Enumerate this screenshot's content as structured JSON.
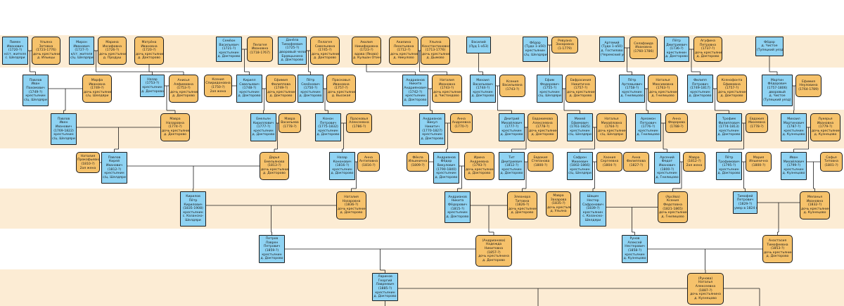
{
  "colors": {
    "male": "#8fd3f3",
    "female": "#f6c26b",
    "band": "#fcecd4",
    "line": "#1c1c1c"
  },
  "people": [
    {
      "id": "g1a",
      "sex": "m",
      "lines": [
        "Пимен",
        "Иванович",
        "(1720-?)",
        "к/ст. жителя",
        "с. Шелдяри"
      ]
    },
    {
      "id": "g1b",
      "sex": "f",
      "lines": [
        "Ульяна",
        "Зотовна",
        "(1723-1776)",
        "дочь крестьянина",
        "д. Ильицы"
      ]
    },
    {
      "id": "g1c",
      "sex": "m",
      "lines": [
        "Мирон",
        "Иванович",
        "(1727-?)",
        "к/ст. жителя",
        "с/ц. Шелдяри"
      ]
    },
    {
      "id": "g1d",
      "sex": "f",
      "lines": [
        "Марина",
        "Иосифовна",
        "(1726-?)",
        "дочь крестьянина",
        "д. Продуш"
      ]
    },
    {
      "id": "g1e",
      "sex": "f",
      "lines": [
        "Матрёна",
        "Ивановна",
        "(1720-?)",
        "дочь крестьянина",
        "д. Докторово"
      ]
    },
    {
      "id": "g1f",
      "sex": "m",
      "lines": [
        "Семёон",
        "Васильевич",
        "(1721-?)",
        "крестьянин",
        "д. Докторово"
      ]
    },
    {
      "id": "g1g",
      "sex": "f",
      "lines": [
        "Пелагея",
        "Ивановна",
        "(1718-1767)"
      ]
    },
    {
      "id": "g1h",
      "sex": "m",
      "lines": [
        "Данёла",
        "Тимофеевич",
        "(1725-?)",
        "дворовый человек",
        "Бровцынина",
        "д. Докторово"
      ]
    },
    {
      "id": "g1i",
      "sex": "f",
      "lines": [
        "Пелагея",
        "Савельевна",
        "(1745-?)",
        "дочь крестьянина",
        "д. Докторово"
      ]
    },
    {
      "id": "g1j",
      "sex": "f",
      "lines": [
        "Акилия",
        "Никифоровна",
        "(1723-?)",
        "вдова (Якова)",
        "д. Кулшан Отина шел"
      ]
    },
    {
      "id": "g1k",
      "sex": "f",
      "lines": [
        "Акилина",
        "Леонтьевна",
        "(1712-?)",
        "дочь крестьянина",
        "д. Никулово"
      ]
    },
    {
      "id": "g1l",
      "sex": "f",
      "lines": [
        "Ульяна",
        "Константиновна",
        "(1713-1776)",
        "дочь крестьянина",
        "д. Дымово"
      ]
    },
    {
      "id": "g1m",
      "sex": "m",
      "lines": [
        "Василий",
        "(Луд 1-а53)"
      ]
    },
    {
      "id": "g1n",
      "sex": "m",
      "lines": [
        "Фёдор",
        "(Тудо 1-а50)",
        "крестьянин",
        "с/ц. Шелдяри"
      ]
    },
    {
      "id": "g1o",
      "sex": "f",
      "lines": [
        "Ревуана",
        "Захаровна",
        "(1-1779)"
      ]
    },
    {
      "id": "g1p",
      "sex": "m",
      "lines": [
        "Артемий",
        "(Тудо 1-а50)",
        "д. Гостилово",
        "(Черемский уезд)"
      ]
    },
    {
      "id": "g1q",
      "sex": "f",
      "lines": [
        "Селафаида",
        "Иоановна",
        "(1760-1786)"
      ]
    },
    {
      "id": "g1r",
      "sex": "m",
      "lines": [
        "Пётр",
        "Дмитриевич",
        "(1736-?)",
        "крестьянин",
        "д. Докторово"
      ]
    },
    {
      "id": "g1s",
      "sex": "f",
      "lines": [
        "Агуфина",
        "Петровна",
        "(1737-?)",
        "дочь крестьянина",
        "д. Докторово"
      ]
    },
    {
      "id": "g1t",
      "sex": "m",
      "lines": [
        "Фёдор",
        "д. Чистое",
        "(Тупецкий уезд)"
      ]
    },
    {
      "id": "g2a",
      "sex": "m",
      "lines": [
        "Павлов",
        "Иван",
        "Пахомович",
        "(1749-?)",
        "крестьянин",
        "с/ц. Шелдяри"
      ]
    },
    {
      "id": "g2b",
      "sex": "f",
      "lines": [
        "Марфа",
        "Ивановна",
        "(1749-?)",
        "дочь крестьянина",
        "с/ц. Шелдяри"
      ]
    },
    {
      "id": "g2c",
      "sex": "m",
      "lines": [
        "Назар",
        "(1753-?)",
        "крестьянин",
        "д. Докторово"
      ]
    },
    {
      "id": "g2d",
      "sex": "f",
      "lines": [
        "Анисья",
        "Алфимовна",
        "(1753-?)",
        "дочь крестьянина",
        "д. Докторово"
      ]
    },
    {
      "id": "g2e",
      "sex": "f",
      "lines": [
        "Ксения",
        "Спиридоновна",
        "(1750-?)",
        "2ая жена"
      ]
    },
    {
      "id": "g2f",
      "sex": "m",
      "lines": [
        "Кирилл",
        "Савельевич",
        "(1748-?)",
        "крестьянин",
        "д. Докторово"
      ]
    },
    {
      "id": "g2g",
      "sex": "f",
      "lines": [
        "Ефимия",
        "Филиппова",
        "(1749-?)",
        "дочь крестьянина",
        "д. Докторово"
      ]
    },
    {
      "id": "g2h",
      "sex": "m",
      "lines": [
        "Пётр",
        "Семёнович",
        "(1750-?)",
        "крестьянин",
        "д. Докторово"
      ]
    },
    {
      "id": "g2i",
      "sex": "f",
      "lines": [
        "Прасковья",
        "Ивановна",
        "(1757-?)",
        "дочь крестьянина",
        "д. Высокая"
      ]
    },
    {
      "id": "g2j",
      "sex": "m",
      "lines": [
        "Андрианов",
        "Никита",
        "Андриянович",
        "(1742-?)",
        "крестьянин",
        "д. Докторово"
      ]
    },
    {
      "id": "g2k",
      "sex": "f",
      "lines": [
        "Наталия",
        "Ивановна",
        "(1743-?)",
        "дочь крестьянина",
        "д. Чистоедово"
      ]
    },
    {
      "id": "g2l",
      "sex": "m",
      "lines": [
        "Михаил",
        "Васильевич",
        "(1744-?)",
        "крестьянин",
        "д. Докторово"
      ]
    },
    {
      "id": "g2m",
      "sex": "f",
      "lines": [
        "Ксения",
        "Васильевна",
        "(1743-?)"
      ]
    },
    {
      "id": "g2n",
      "sex": "m",
      "lines": [
        "Ефим",
        "Федорович",
        "(1755-?)",
        "крестьянин",
        "с/ц. Шелдяри"
      ]
    },
    {
      "id": "g2o",
      "sex": "f",
      "lines": [
        "Евфрасиния",
        "Никитична",
        "(1757-?)",
        "дочь крестьянина",
        "д. Докторово"
      ]
    },
    {
      "id": "g2p",
      "sex": "m",
      "lines": [
        "Пётр",
        "Артемьевич",
        "(1758-?)",
        "крестьянин",
        "д. Гнилицово"
      ]
    },
    {
      "id": "g2q",
      "sex": "f",
      "lines": [
        "Наталья",
        "Максимовна",
        "(1763-?)",
        "дочь крестьянина",
        "д. Гнилицово"
      ]
    },
    {
      "id": "g2r",
      "sex": "m",
      "lines": [
        "Филипп",
        "Петрович",
        "(1749-1817)",
        "крестьянин",
        "д. Докторово"
      ]
    },
    {
      "id": "g2s",
      "sex": "f",
      "lines": [
        "Ксенофонта",
        "Ефимовна",
        "(1757-?)",
        "дочь крестьянина",
        "д. Докторово"
      ]
    },
    {
      "id": "g2t",
      "sex": "m",
      "lines": [
        "Мартин",
        "Фёдорович",
        "(1757-1806)",
        "дворовый",
        "д. Чистое",
        "(Тупецкий уезд)"
      ]
    },
    {
      "id": "g2u",
      "sex": "f",
      "lines": [
        "Ефимия",
        "Неуловина",
        "(1764-1789)"
      ]
    },
    {
      "id": "g3a",
      "sex": "m",
      "lines": [
        "Павлов",
        "Ивен",
        "Иванович",
        "(1769-1822)",
        "крестьянин",
        "с/ц. Шелдяри"
      ]
    },
    {
      "id": "g3b",
      "sex": "f",
      "lines": [
        "Мавра",
        "Назаровна",
        "(1774-?)",
        "дочь крестьянина",
        "д. Докторово"
      ]
    },
    {
      "id": "g3c",
      "sex": "m",
      "lines": [
        "Емельян",
        "Кириллович",
        "(1777-?)",
        "крестьянин",
        "д. Докторово"
      ]
    },
    {
      "id": "g3d",
      "sex": "f",
      "lines": [
        "Мавра",
        "Васильева",
        "(1778-?)"
      ]
    },
    {
      "id": "g3e",
      "sex": "m",
      "lines": [
        "Конон",
        "Петрович",
        "(1775-1832)",
        "крестьянин",
        "д. Докторово"
      ]
    },
    {
      "id": "g3f",
      "sex": "f",
      "lines": [
        "Прасковья",
        "Алексеевна",
        "(1786-?)"
      ]
    },
    {
      "id": "g3g",
      "sex": "m",
      "lines": [
        "Андрианов",
        "Викул",
        "Никитич",
        "(1770-1827)",
        "крестьянин",
        "д. Докторово"
      ]
    },
    {
      "id": "g3h",
      "sex": "f",
      "lines": [
        "Анна",
        "Андреевна",
        "(1770-?)"
      ]
    },
    {
      "id": "g3i",
      "sex": "m",
      "lines": [
        "Дмитрий",
        "Михайлович",
        "(1777-?)",
        "крестьянин",
        "д. Докторово"
      ]
    },
    {
      "id": "g3j",
      "sex": "f",
      "lines": [
        "Евдокимова",
        "Алексеевна",
        "(1778-?)",
        "дочь крестьянина",
        "д. Докторово"
      ]
    },
    {
      "id": "g3k",
      "sex": "m",
      "lines": [
        "Михей",
        "Ефимович",
        "(1761-1825)",
        "крестьянин",
        "с/ц. Шелдяри"
      ]
    },
    {
      "id": "g3l",
      "sex": "f",
      "lines": [
        "Наталья",
        "Михайловна",
        "(1764-?)",
        "дочь крестьянина",
        "с/ц. Шелдяри"
      ]
    },
    {
      "id": "g3m",
      "sex": "m",
      "lines": [
        "Ареамон",
        "Петрович",
        "(1776-?)",
        "крестьянин",
        "д. Гнилицово"
      ]
    },
    {
      "id": "g3n",
      "sex": "f",
      "lines": [
        "Анна",
        "Федорова",
        "(1788-?)"
      ]
    },
    {
      "id": "g3o",
      "sex": "m",
      "lines": [
        "Трофим",
        "Филиппович",
        "(1774-1813)",
        "крестьянин",
        "д. Докторово"
      ]
    },
    {
      "id": "g3p",
      "sex": "f",
      "lines": [
        "Евдокия",
        "Михеевна",
        "(1778-?)"
      ]
    },
    {
      "id": "g3q",
      "sex": "m",
      "lines": [
        "Михаил",
        "Мартинович",
        "(1787-?)",
        "крестьянин",
        "д. Кузнецово"
      ]
    },
    {
      "id": "g3r",
      "sex": "f",
      "lines": [
        "Лукерья",
        "Ивановна",
        "(1779-?)",
        "дочь крестьянина",
        "д. Кузнецово"
      ]
    },
    {
      "id": "g4a",
      "sex": "f",
      "lines": [
        "Наталия",
        "Прокофьевна",
        "(1810-?)",
        "2ая жена"
      ]
    },
    {
      "id": "g4b",
      "sex": "m",
      "lines": [
        "Павлов",
        "Кирей",
        "Иванович",
        "(1812-?)",
        "крестьянин",
        "с/ц. Шелдяри"
      ]
    },
    {
      "id": "g4c",
      "sex": "f",
      "lines": [
        "Дарья",
        "Емельянова",
        "(1813-?)",
        "дочь крестьянина",
        "д. Докторово"
      ]
    },
    {
      "id": "g4d",
      "sex": "m",
      "lines": [
        "Назар",
        "Кононович",
        "(1816-?)",
        "крестьянин",
        "д. Докторово"
      ]
    },
    {
      "id": "g4e",
      "sex": "f",
      "lines": [
        "Анна",
        "Антиповна",
        "(1816-?)"
      ]
    },
    {
      "id": "g4f",
      "sex": "f",
      "lines": [
        "Фёкла",
        "Ильинична",
        "(1809-?)"
      ]
    },
    {
      "id": "g4g",
      "sex": "m",
      "lines": [
        "Андрианов",
        "Фёдор",
        "Викулович",
        "(1790-1840)",
        "крестьянин",
        "д. Докторово"
      ]
    },
    {
      "id": "g4h",
      "sex": "f",
      "lines": [
        "Ирина",
        "Андреевна",
        "(1793-?)",
        "дочь крестьянина",
        "д. Докторово"
      ]
    },
    {
      "id": "g4i",
      "sex": "m",
      "lines": [
        "Тит",
        "Дмитриевич",
        "(1812-?)",
        "крестьянин",
        "д. Докторово"
      ]
    },
    {
      "id": "g4j",
      "sex": "f",
      "lines": [
        "Евдокия",
        "Степанова",
        "(1800-?)"
      ]
    },
    {
      "id": "g4k",
      "sex": "m",
      "lines": [
        "Сафрон",
        "Михеевич",
        "(1802-1866)",
        "крестьянин",
        "с/ц. Шелдяри"
      ]
    },
    {
      "id": "g4l",
      "sex": "f",
      "lines": [
        "Хаония",
        "Сергеевна",
        "(1804-?)"
      ]
    },
    {
      "id": "g4m",
      "sex": "f",
      "lines": [
        "Анна",
        "Филиппова",
        "(1827-?)"
      ]
    },
    {
      "id": "g4n",
      "sex": "m",
      "lines": [
        "Арсений",
        "Федот",
        "Иванович",
        "(1800-?)",
        "крестьянин",
        "д. Гнилицово"
      ]
    },
    {
      "id": "g4o",
      "sex": "f",
      "lines": [
        "Мавра",
        "(1812-?)",
        "2ая жена"
      ]
    },
    {
      "id": "g4p",
      "sex": "m",
      "lines": [
        "Пётр",
        "Трофимович",
        "(1795-?)",
        "крестьянин",
        "д. Докторово"
      ]
    },
    {
      "id": "g4q",
      "sex": "f",
      "lines": [
        "Мария",
        "Ильинична",
        "(1800-?)"
      ]
    },
    {
      "id": "g4r",
      "sex": "m",
      "lines": [
        "Иван",
        "Михайлович",
        "(1799-?)",
        "крестьянин",
        "д. Кузнецово"
      ]
    },
    {
      "id": "g4s",
      "sex": "f",
      "lines": [
        "Софья",
        "Титовна",
        "(1801-?)"
      ]
    },
    {
      "id": "g5a",
      "sex": "m",
      "lines": [
        "Кирилов",
        "Пётр",
        "Кирилович",
        "(1835-1908)",
        "крестьянин",
        "с. Казанско-",
        "Шелдяри"
      ]
    },
    {
      "id": "g5b",
      "sex": "f",
      "lines": [
        "Наталия",
        "Назаровна",
        "(1836-?)",
        "дочь крестьянина",
        "д. Докторово"
      ]
    },
    {
      "id": "g5c",
      "sex": "m",
      "lines": [
        "Андрианов",
        "Никита",
        "Фёдорович",
        "(1815-?)",
        "крестьянин",
        "д. Докторово"
      ]
    },
    {
      "id": "g5d",
      "sex": "f",
      "lines": [
        "Элеанора",
        "Титовна",
        "(1826-?)",
        "дочь крестьянина",
        "д. Докторово"
      ]
    },
    {
      "id": "g5e",
      "sex": "f",
      "lines": [
        "Мавра",
        "Захарова",
        "(1835-?)",
        "дочь крестьянина",
        "д. Ульяна"
      ]
    },
    {
      "id": "g5f",
      "sex": "m",
      "lines": [
        "Шацин",
        "Нестер",
        "Сафронович",
        "(1839-?)",
        "крестьянин",
        "с. Казанско-",
        "Шелдяри"
      ]
    },
    {
      "id": "g5g",
      "sex": "f",
      "lines": [
        "(Арсёва)",
        "Ксения",
        "Федотовна",
        "(1821-1865)",
        "дочь крестьянина",
        "д. Гнилицово"
      ]
    },
    {
      "id": "g5h",
      "sex": "m",
      "lines": [
        "Тимофей",
        "Петрович",
        "(1829-?)",
        "умер в 1824 г."
      ]
    },
    {
      "id": "g5i",
      "sex": "f",
      "lines": [
        "Меланья",
        "Ивановна",
        "(1832-?)",
        "дочь крестьянина",
        "д. Кузнецово"
      ]
    },
    {
      "id": "g6a",
      "sex": "m",
      "lines": [
        "Петров",
        "Лаврен",
        "Петрович",
        "(1859-?)",
        "крестьянин",
        "д. Докторово"
      ]
    },
    {
      "id": "g6b",
      "sex": "f",
      "lines": [
        "(Андрианова)",
        "Надежда",
        "Никитовна",
        "(1857-?)",
        "дочь крестьянина",
        "д. Докторово"
      ]
    },
    {
      "id": "g6c",
      "sex": "m",
      "lines": [
        "Рунов",
        "Алексей",
        "Нестерович",
        "(1858-?)",
        "крестьянин",
        "д. Кузнецово"
      ]
    },
    {
      "id": "g6d",
      "sex": "f",
      "lines": [
        "Анастасия",
        "Тимофеевна",
        "(1853-?)",
        "дочь крестьянина",
        "д. Докторово"
      ]
    },
    {
      "id": "g7a",
      "sex": "m",
      "lines": [
        "Ларинов",
        "Георгий",
        "Лавреевич",
        "(1885-?)",
        "крестьянин",
        "д. Докторово"
      ]
    },
    {
      "id": "g7b",
      "sex": "f",
      "lines": [
        "(Рунова)",
        "Наталья",
        "Алексеевна",
        "(1887-?)",
        "дочь крестьянина",
        "д. Кузнецово"
      ]
    }
  ]
}
